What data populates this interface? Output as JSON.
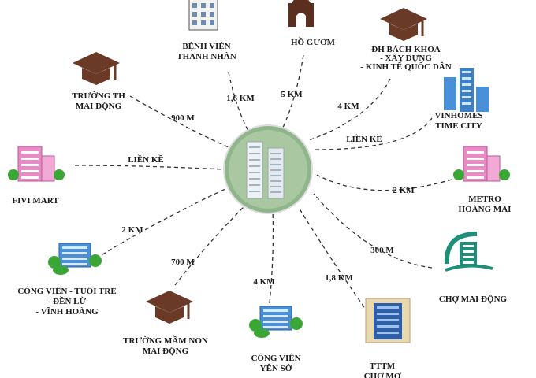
{
  "colors": {
    "cap": "#6b3a26",
    "pink": "#e88bc4",
    "blue": "#4a90d9",
    "tree": "#3aa635",
    "teal": "#1f8f7a",
    "line": "#333333"
  },
  "center": {
    "name": "project-building-image"
  },
  "nodes": [
    {
      "id": "benh-vien",
      "icon": "building-icon",
      "label": [
        "BỆNH VIỆN",
        "THANH NHÀN"
      ],
      "distance": "1,6 KM"
    },
    {
      "id": "ho-guom",
      "icon": "pagoda-tower-icon",
      "label": [
        "HỒ GƯƠM"
      ],
      "distance": "5 KM"
    },
    {
      "id": "dh-bach-khoa",
      "icon": "graduation-cap-icon",
      "label": [
        "ĐH BÁCH KHOA",
        "- XÂY DỰNG",
        "- KINH TẾ QUỐC DÂN"
      ],
      "distance": "4 KM"
    },
    {
      "id": "vinhomes",
      "icon": "blue-towers-icon",
      "label": [
        "VINHOMES",
        "TIME CITY"
      ],
      "distance": "LIỀN KỀ"
    },
    {
      "id": "metro",
      "icon": "pink-building-icon",
      "label": [
        "METRO",
        "HOÀNG MAI"
      ],
      "distance": "2 KM"
    },
    {
      "id": "cho-mai-dong",
      "icon": "market-logo-icon",
      "label": [
        "CHỢ MAI ĐỘNG"
      ],
      "distance": "300 M"
    },
    {
      "id": "tttm-cho-mo",
      "icon": "mall-icon",
      "label": [
        "TTTM",
        "CHỢ MƠ"
      ],
      "distance": "1,8 KM"
    },
    {
      "id": "cong-vien-yen-so",
      "icon": "park-building-icon",
      "label": [
        "CÔNG VIÊN",
        "YÊN SỞ"
      ],
      "distance": "4 KM"
    },
    {
      "id": "mam-non",
      "icon": "graduation-cap-icon",
      "label": [
        "TRƯỜNG MẦM NON",
        "MAI ĐỘNG"
      ],
      "distance": "700 M"
    },
    {
      "id": "cong-vien-tuoi-tre",
      "icon": "park-building-icon",
      "label": [
        "CÔNG VIÊN - TUỔI TRẺ",
        "- ĐỀN LỪ",
        "- VĨNH HOÀNG"
      ],
      "distance": "2 KM"
    },
    {
      "id": "fivi-mart",
      "icon": "pink-building-icon",
      "label": [
        "FIVI MART"
      ],
      "distance": "LIỀN KỀ"
    },
    {
      "id": "truong-th",
      "icon": "graduation-cap-icon",
      "label": [
        "TRƯỜNG TH",
        "MAI ĐỘNG"
      ],
      "distance": "900 M"
    }
  ]
}
